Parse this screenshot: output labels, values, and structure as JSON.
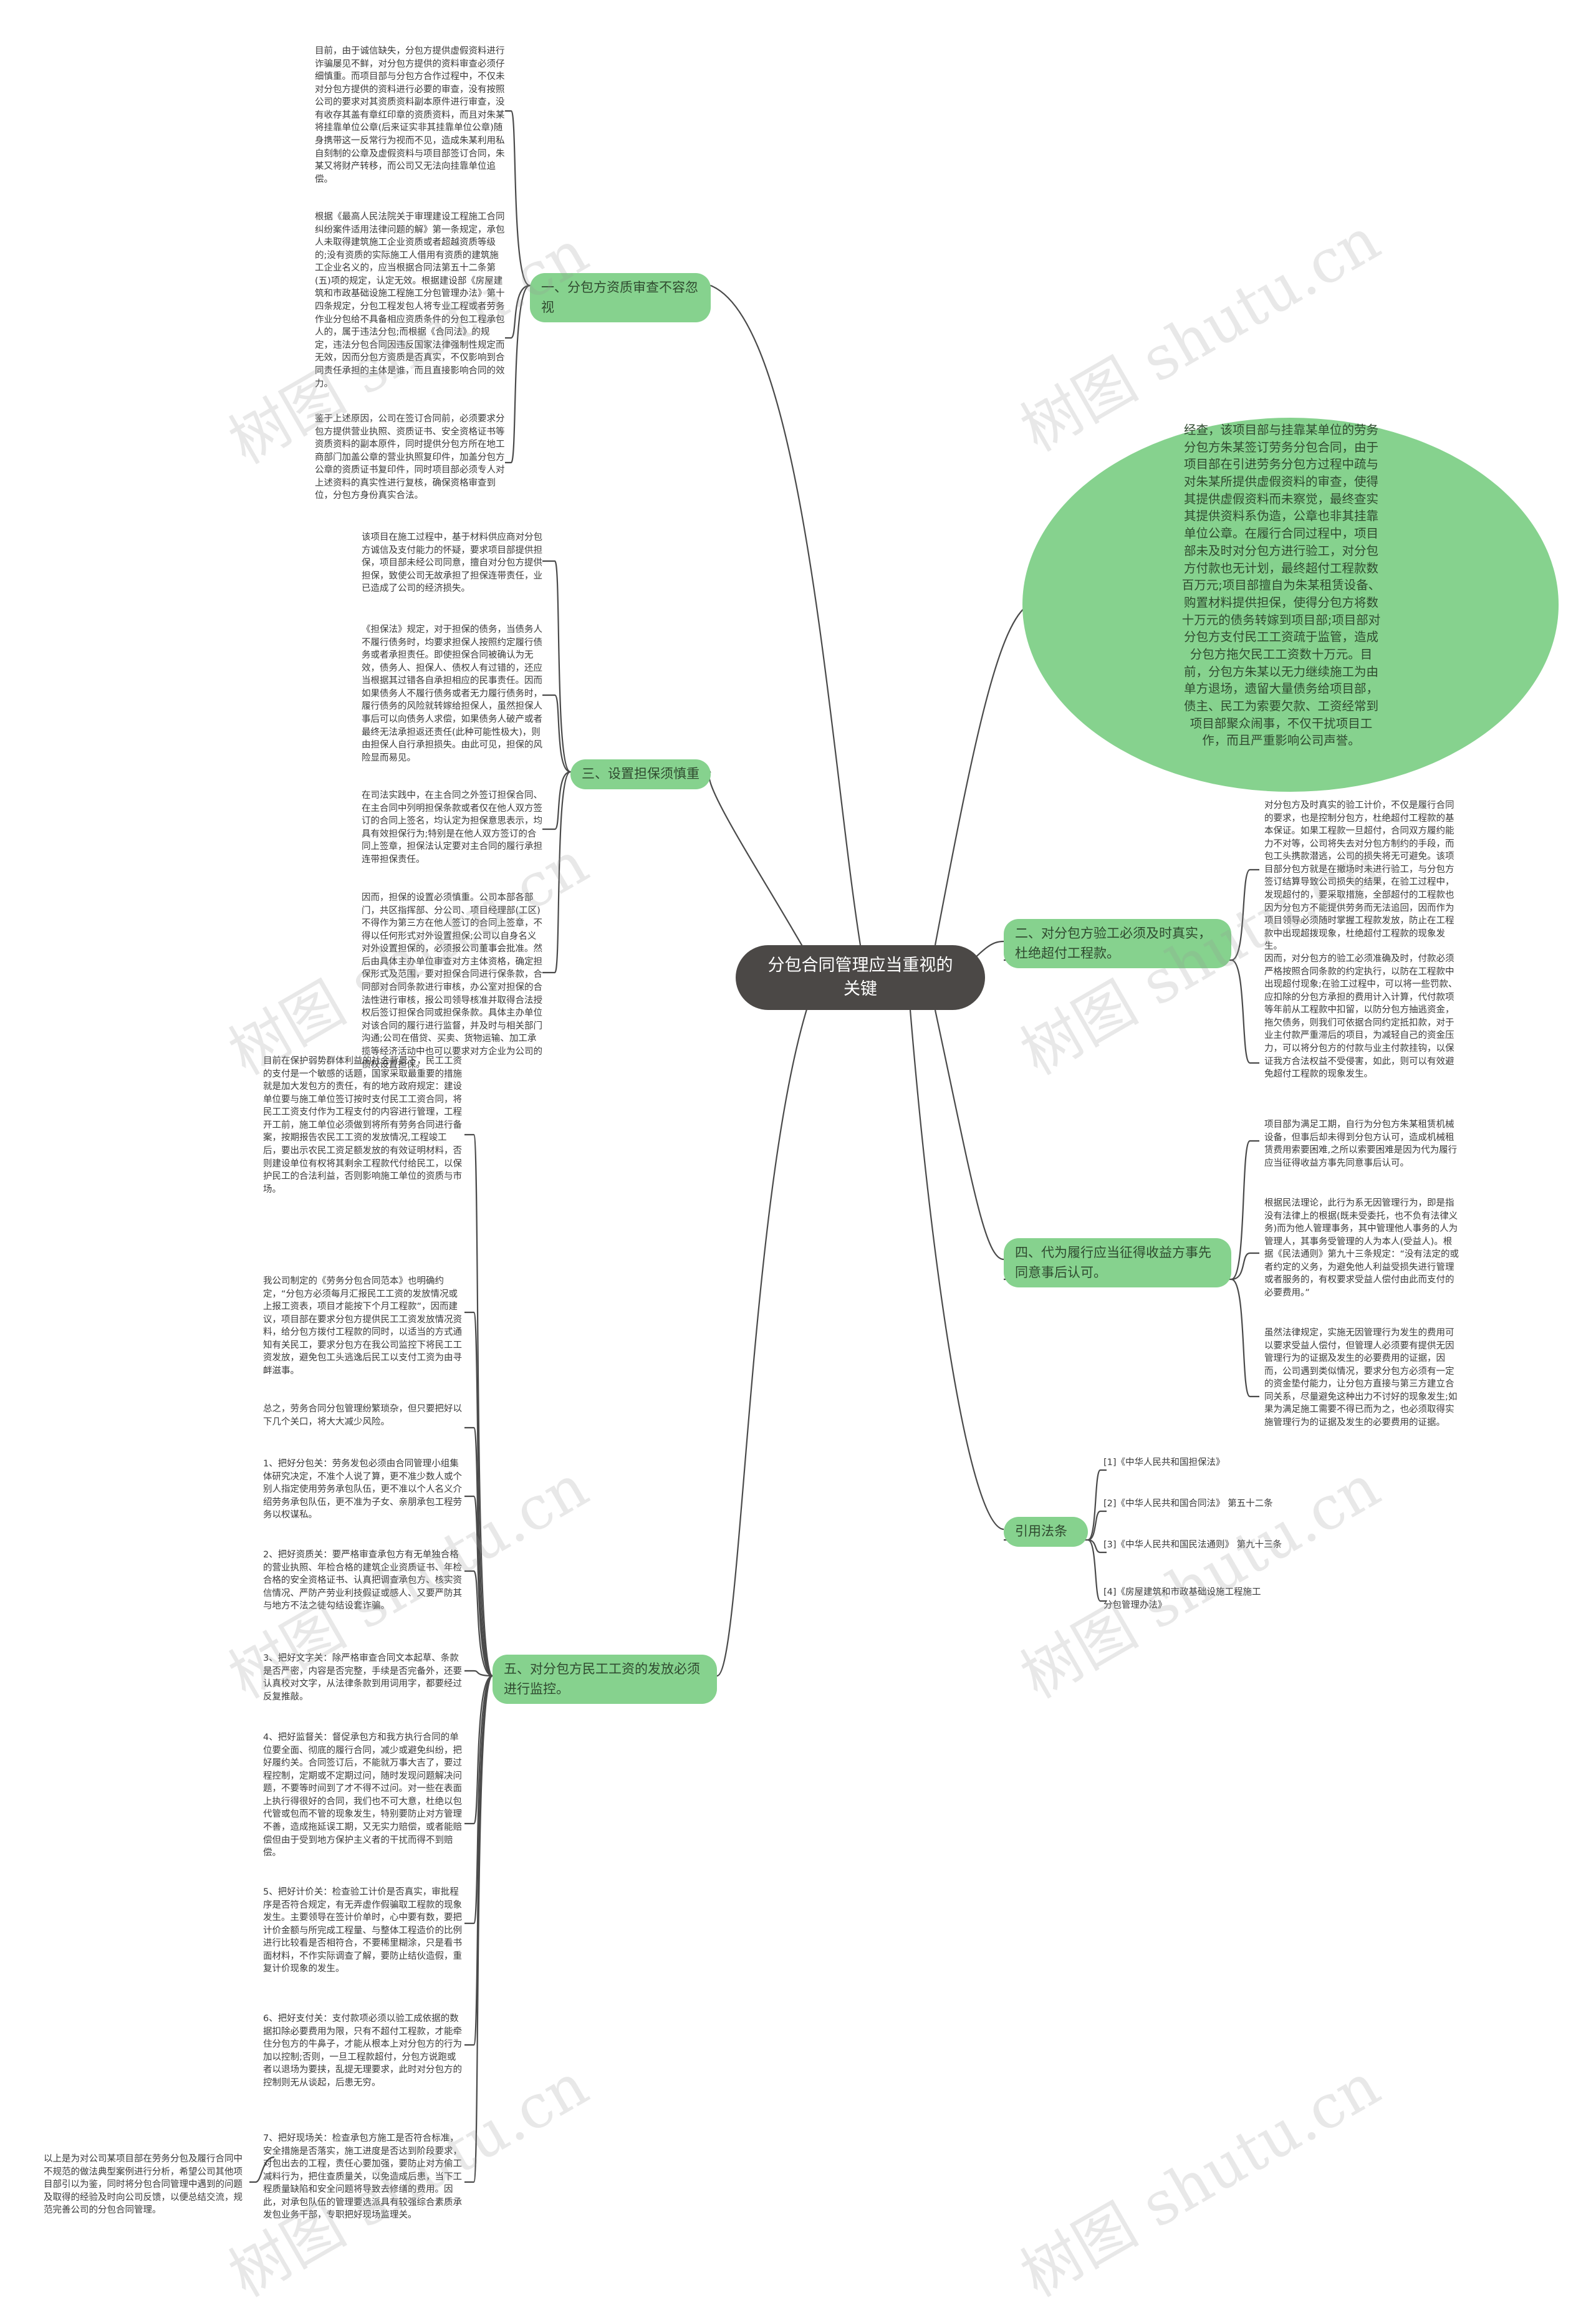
{
  "root": "分包合同管理应当重视的关键",
  "summary": "经查，该项目部与挂靠某单位的劳务分包方朱某签订劳务分包合同，由于项目部在引进劳务分包方过程中疏与对朱某所提供虚假资料的审查，使得其提供虚假资料而未察觉，最终查实其提供资料系伪造，公章也非其挂靠单位公章。在履行合同过程中，项目部未及时对分包方进行验工，对分包方付款也无计划，最终超付工程款数百万元;项目部擅自为朱某租赁设备、购置材料提供担保，使得分包方将数十万元的债务转嫁到项目部;项目部对分包方支付民工工资疏于监管，造成分包方拖欠民工工资数十万元。目前，分包方朱某以无力继续施工为由单方退场，遗留大量债务给项目部，债主、民工为索要欠款、工资经常到项目部聚众闹事，不仅干扰项目工作，而且严重影响公司声誉。",
  "left_branches": [
    {
      "label": "一、分包方资质审查不容忽视",
      "details": [
        "目前，由于诚信缺失，分包方提供虚假资料进行诈骗屡见不鲜，对分包方提供的资料审查必须仔细慎重。而项目部与分包方合作过程中，不仅未对分包方提供的资料进行必要的审查，没有按照公司的要求对其资质资料副本原件进行审查，没有收存其盖有章红印章的资质资料，而且对朱某将挂靠单位公章(后来证实非其挂靠单位公章)随身携带这一反常行为视而不见，造成朱某利用私自刻制的公章及虚假资料与项目部签订合同，朱某又将财产转移，而公司又无法向挂靠单位追偿。",
        "根据《最高人民法院关于审理建设工程施工合同纠纷案件适用法律问题的解》第一条规定，承包人未取得建筑施工企业资质或者超越资质等级的;没有资质的实际施工人借用有资质的建筑施工企业名义的，应当根据合同法第五十二条第(五)项的规定，认定无效。根据建设部《房屋建筑和市政基础设施工程施工分包管理办法》第十四条规定，分包工程发包人将专业工程或者劳务作业分包给不具备相应资质条件的分包工程承包人的，属于违法分包;而根据《合同法》的规定，违法分包合同因违反国家法律强制性规定而无效，因而分包方资质是否真实，不仅影响到合同责任承担的主体是谁，而且直接影响合同的效力。",
        "鉴于上述原因，公司在签订合同前，必须要求分包方提供营业执照、资质证书、安全资格证书等资质资料的副本原件，同时提供分包方所在地工商部门加盖公章的营业执照复印件，加盖分包方公章的资质证书复印件，同时项目部必须专人对上述资料的真实性进行复核，确保资格审查到位，分包方身份真实合法。"
      ]
    },
    {
      "label": "三、设置担保须慎重",
      "details": [
        "该项目在施工过程中，基于材料供应商对分包方诚信及支付能力的怀疑，要求项目部提供担保，项目部未经公司同意，擅自对分包方提供担保，致使公司无故承担了担保连带责任，业已造成了公司的经济损失。",
        "《担保法》规定，对于担保的债务，当债务人不履行债务时，均要求担保人按照约定履行债务或者承担责任。即使担保合同被确认为无效，债务人、担保人、债权人有过错的，还应当根据其过错各自承担相应的民事责任。因而如果债务人不履行债务或者无力履行债务时，履行债务的风险就转嫁给担保人，虽然担保人事后可以向债务人求偿，如果债务人破产或者最终无法承担返还责任(此种可能性极大)，则由担保人自行承担损失。由此可见，担保的风险显而易见。",
        "在司法实践中，在主合同之外签订担保合同、在主合同中列明担保条款或者仅在他人双方签订的合同上签名，均认定为担保意思表示，均具有效担保行为;特别是在他人双方签订的合同上签章，担保法认定要对主合同的履行承担连带担保责任。",
        "因而，担保的设置必须慎重。公司本部各部门，共区指挥部、分公司、项目经理部(工区)不得作为第三方在他人签订的合同上签章，不得以任何形式对外设置担保;公司以自身名义对外设置担保的，必须报公司董事会批准。然后由具体主办单位审查对方主体资格，确定担保形式及范围，要对担保合同进行保条款，合同部对合同条款进行审核，办公室对担保的合法性进行审核，报公司领导核准并取得合法授权后签订担保合同或担保条款。具体主办单位对该合同的履行进行监督，并及时与相关部门沟通;公司在借贷、买卖、货物运输、加工承揽等经济活动中也可以要求对方企业为公司的债权设置担保。"
      ]
    },
    {
      "label": "五、对分包方民工工资的发放必须进行监控。",
      "details": [
        "目前在保护弱势群体利益的社会背景下，民工工资的支付是一个敏感的话题，国家采取最重要的措施就是加大发包方的责任，有的地方政府规定：建设单位要与施工单位签订按时支付民工工资合同，将民工工资支付作为工程支付的内容进行管理，工程开工前，施工单位必须做到将所有劳务合同进行备案，按期报告农民工工资的发放情况,工程竣工后，要出示农民工资足额发放的有效证明材料，否则建设单位有权将其剩余工程款代付给民工，以保护民工的合法利益，否则影响施工单位的资质与市场。",
        "我公司制定的《劳务分包合同范本》也明确约定，“分包方必须每月汇报民工工资的发放情况或上报工资表，项目才能按下个月工程款”，因而建议，项目部在要求分包方提供民工工资发放情况资料，给分包方拨付工程款的同时，以适当的方式通知有关民工，要求分包方在我公司监控下将民工工资发放，避免包工头逃逸后民工以支付工资为由寻衅滋事。",
        "总之，劳务合同分包管理纷繁琐杂，但只要把好以下几个关口，将大大减少风险。",
        "1、把好分包关：劳务发包必须由合同管理小组集体研究决定，不准个人说了算，更不准少数人或个别人指定使用劳务承包队伍，更不准以个人名义介绍劳务承包队伍，更不准为子女、亲朋承包工程劳务以权谋私。",
        "2、把好资质关：要严格审查承包方有无单独合格的营业执照、年检合格的建筑企业资质证书、年检合格的安全资格证书、认真把调查承包方、核实资信情况、严防产劳业利技假证或感人、又要严防其与地方不法之徒勾结设套诈骗。",
        "3、把好文字关：除严格审查合同文本起草、条款是否严密，内容是否完整，手续是否完备外，还要认真校对文字，从法律条款到用词用字，都要经过反复推敲。",
        "4、把好监督关：督促承包方和我方执行合同的单位要全面、彻底的履行合同，减少或避免纠纷，把好履约关。合同签订后，不能就万事大吉了，要过程控制，定期或不定期过问，随时发现问题解决问题，不要等时间到了才不得不过问。对一些在表面上执行得很好的合同，我们也不可大意，杜绝以包代管或包而不管的现象发生，特别要防止对方管理不善，造成拖延误工期，又无实力赔偿，或者能赔偿但由于受到地方保护主义者的干扰而得不到赔偿。",
        "5、把好计价关：检查验工计价是否真实，审批程序是否符合规定，有无弄虚作假骗取工程款的现象发生。主要领导在签计价单时，心中要有数，要把计价金额与所完成工程量、与整体工程造价的比例进行比较看是否相符合，不要稀里糊涂，只是看书面材料，不作实际调查了解，要防止结伙造假，重复计价现象的发生。",
        "6、把好支付关：支付款项必须以验工成依据的数据扣除必要费用为限，只有不超付工程款，才能牵住分包方的牛鼻子，才能从根本上对分包方的行为加以控制;否则，一旦工程款超付，分包方说跑或者以退场为要挟，乱提无理要求，此时对分包方的控制则无从谈起，后患无穷。",
        "7、把好现场关：检查承包方施工是否符合标准，安全措施是否落实，施工进度是否达到阶段要求，对包出去的工程，责任心要加强，要防止对方偷工减料行为，把住查质量关，以免造成后患，当下工程质量缺陷和安全问题将导致去修缮的费用。因此，对承包队伍的管理要选派具有较强综合素质承发包业务干部，专职把好现场监理关。"
      ]
    }
  ],
  "right_branches": [
    {
      "label": "二、对分包方验工必须及时真实，杜绝超付工程款。",
      "details": [
        "对分包方及时真实的验工计价，不仅是履行合同的要求，也是控制分包方，杜绝超付工程款的基本保证。如果工程款一旦超付，合同双方履约能力不对等，公司将失去对分包方制约的手段，而包工头携款潜逃，公司的损失将无可避免。该项目部分包方就是在撤场时未进行验工，与分包方签订结算导致公司损失的结果，在验工过程中，发现超付的，要采取措施，全部超付的工程款也因为分包方不能提供劳务而无法追回，因而作为项目领导必须随时掌握工程款发放，防止在工程款中出现超拨现象，杜绝超付工程款的现象发生。",
        "因而，对分包方的验工必须准确及时，付款必须严格按照合同条款的约定执行，以防在工程款中出现超付现象;在验工过程中，可以将一些罚款、应扣除的分包方承担的费用计入计算，代付款项等年前从工程款中扣留，以防分包方抽逃资金，拖欠债务，则我们可依据合同约定抵扣款，对于业主付款严重滞后的项目，为减轻自己的资金压力，可以将分包方的付款与业主付款挂钩，以保证我方合法权益不受侵害，如此，则可以有效避免超付工程款的现象发生。"
      ]
    },
    {
      "label": "四、代为履行应当征得收益方事先同意事后认可。",
      "details": [
        "项目部为满足工期，自行为分包方朱某租赁机械设备，但事后却未得到分包方认可，造成机械租赁费用索要困难,之所以索要困难是因为代为履行应当征得收益方事先同意事后认可。",
        "根据民法理论，此行为系无因管理行为，即是指没有法律上的根据(既未受委托，也不负有法律义务)而为他人管理事务，其中管理他人事务的人为管理人，其事务受管理的人为本人(受益人)。根据《民法通则》第九十三条规定：“没有法定的或者约定的义务，为避免他人利益受损失进行管理或者服务的，有权要求受益人偿付由此而支付的必要费用。”",
        "虽然法律规定，实施无因管理行为发生的费用可以要求受益人偿付，但管理人必须要有提供无因管理行为的证据及发生的必要费用的证据，因而，公司遇到类似情况，要求分包方必须有一定的资金垫付能力，让分包方直接与第三方建立合同关系，尽量避免这种出力不讨好的现象发生;如果为满足施工需要不得已而为之，也必须取得实施管理行为的证据及发生的必要费用的证据。"
      ]
    },
    {
      "label": "引用法条",
      "refs": [
        "[1]《中华人民共和国担保法》",
        "[2]《中华人民共和国合同法》 第五十二条",
        "[3]《中华人民共和国民法通则》 第九十三条",
        "[4]《房屋建筑和市政基础设施工程施工分包管理办法》"
      ]
    }
  ],
  "conclusion": "以上是为对公司某项目部在劳务分包及履行合同中不规范的做法典型案例进行分析，希望公司其他项目部引以为鉴，同时将分包合同管理中遇到的问题及取得的经验及时向公司反馈，以便总结交流，规范完善公司的分包合同管理。",
  "watermark": "树图 shutu.cn",
  "colors": {
    "branch": "#86d28e",
    "root": "#4b4846",
    "line": "#4a4a4a"
  }
}
